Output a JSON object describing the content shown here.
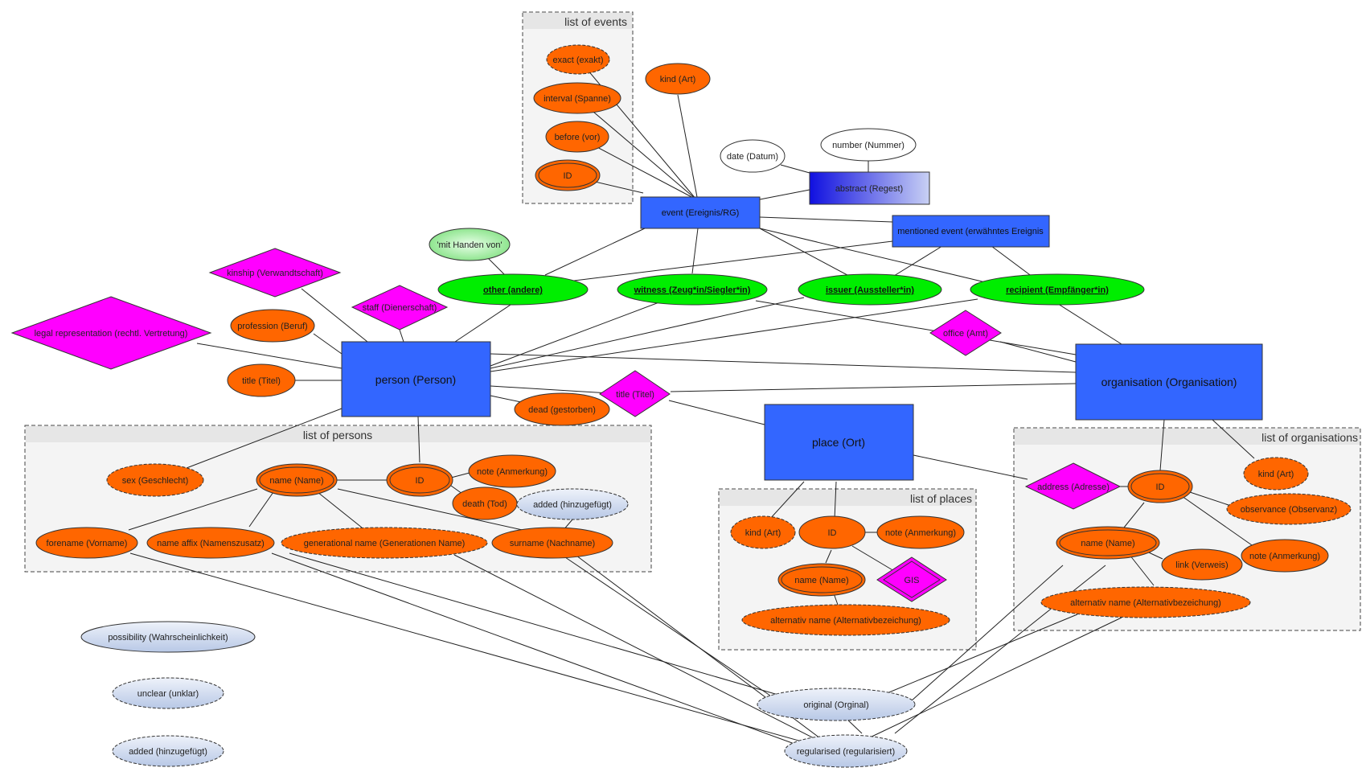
{
  "groups": {
    "events": "list of events",
    "persons": "list of persons",
    "places": "list of places",
    "organisations": "list of organisations"
  },
  "entities": {
    "event": "event (Ereignis/RG)",
    "abstract": "abstract (Regest)",
    "mentioned_event": "mentioned event (erwähntes Ereignis",
    "person": "person (Person)",
    "place": "place (Ort)",
    "organisation": "organisation (Organisation)"
  },
  "event_attrs": {
    "exact": "exact (exakt)",
    "interval": "interval (Spanne)",
    "before": "before (vor)",
    "id": "ID",
    "kind": "kind (Art)",
    "date": "date (Datum)",
    "number": "number (Nummer)"
  },
  "roles": {
    "mit_handen": "'mit Handen von'",
    "other": "other (andere)",
    "witness": "witness (Zeug*in/Siegler*in)",
    "issuer": "issuer (Aussteller*in)",
    "recipient": "recipient (Empfänger*in)"
  },
  "relations": {
    "kinship": "kinship (Verwandtschaft)",
    "staff": "staff (Dienerschaft)",
    "legal": "legal representation (rechtl. Vertretung)",
    "office": "office (Amt)",
    "title": "title (Titel)",
    "address": "address (Adresse)",
    "gis": "GIS"
  },
  "person_attrs": {
    "profession": "profession (Beruf)",
    "title": "title (Titel)",
    "dead": "dead (gestorben)",
    "sex": "sex (Geschlecht)",
    "name": "name (Name)",
    "id": "ID",
    "note": "note (Anmerkung)",
    "death": "death (Tod)",
    "added": "added (hinzugefügt)",
    "forename": "forename (Vorname)",
    "name_affix": "name affix (Namenszusatz)",
    "generational": "generational name (Generationen Name)",
    "surname": "surname (Nachname)"
  },
  "place_attrs": {
    "kind": "kind (Art)",
    "id": "ID",
    "note": "note (Anmerkung)",
    "name": "name (Name)",
    "alt_name": "alternativ name (Alternativbezeichung)"
  },
  "org_attrs": {
    "kind": "kind (Art)",
    "id": "ID",
    "observance": "observance (Observanz)",
    "name": "name (Name)",
    "link": "link (Verweis)",
    "note": "note (Anmerkung)",
    "alt_name": "alternativ name (Alternativbezeichung)"
  },
  "legend": {
    "possibility": "possibility (Wahrscheinlichkeit)",
    "unclear": "unclear (unklar)",
    "added": "added (hinzugefügt)",
    "original": "original (Orginal)",
    "regularised": "regularised (regularisiert)"
  },
  "colors": {
    "entity_blue": "#3366ff",
    "attribute_orange": "#ff6600",
    "relation_magenta": "#ff00ff",
    "role_green": "#00ee00",
    "legend_blue": "#c8d4ee",
    "group_bg": "#f4f4f4"
  }
}
